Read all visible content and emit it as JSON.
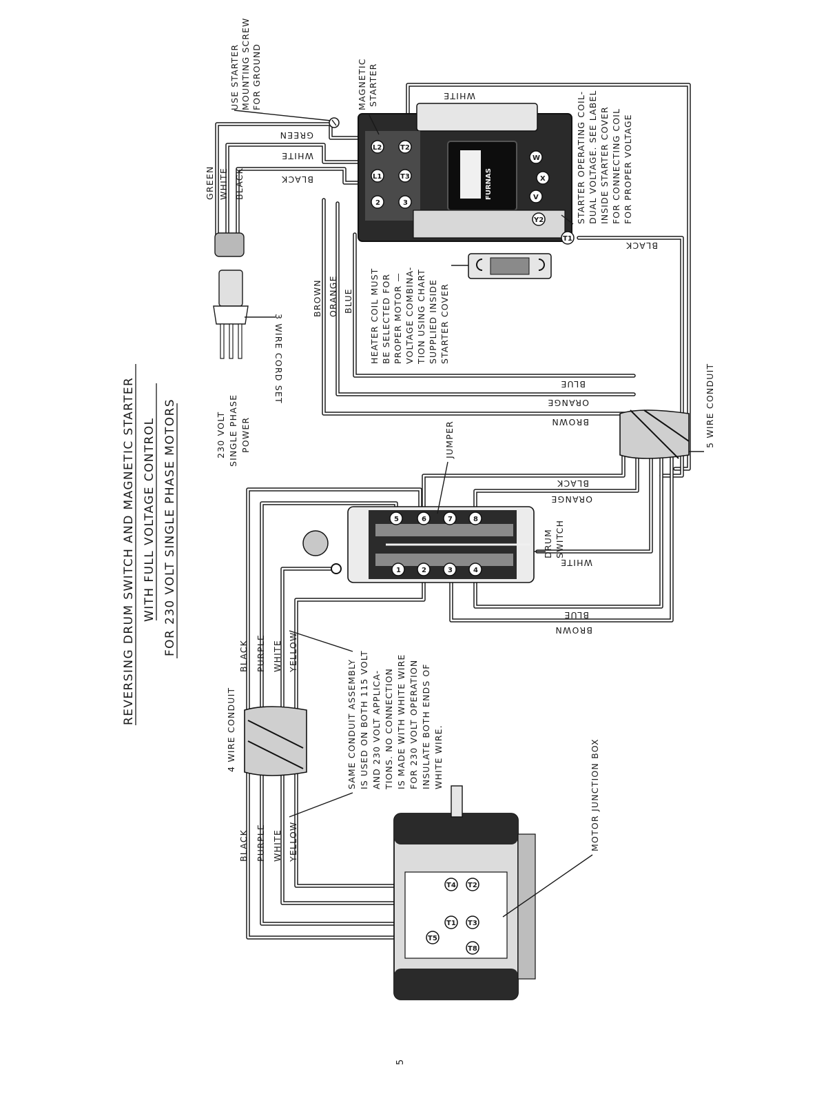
{
  "title": {
    "line1": "REVERSING DRUM SWITCH AND MAGNETIC STARTER",
    "line2": "WITH FULL VOLTAGE CONTROL",
    "line3": "FOR 230 VOLT SINGLE PHASE MOTORS"
  },
  "power": {
    "lines": [
      "230 VOLT",
      "SINGLE PHASE",
      "POWER"
    ]
  },
  "ground_note": {
    "lines": [
      "USE STARTER",
      "MOUNTING SCREW",
      "FOR GROUND"
    ]
  },
  "magnetic_starter": {
    "label_lines": [
      "MAGNETIC",
      "STARTER"
    ],
    "brand": "FURNAS",
    "terminals": [
      "L2",
      "L1",
      "2",
      "3",
      "T2",
      "T3",
      "T1",
      "W",
      "X",
      "V",
      "Y2"
    ]
  },
  "cord_set": {
    "label": "3 WIRE CORD SET",
    "wires": [
      "GREEN",
      "WHITE",
      "BLACK"
    ]
  },
  "starter_wires": {
    "top": [
      "WHITE",
      "GREEN",
      "WHITE",
      "BLACK"
    ],
    "right": "BLACK"
  },
  "heater_note": {
    "lines": [
      "HEATER COIL MUST",
      "BE SELECTED FOR",
      "PROPER MOTOR —",
      "VOLTAGE COMBINA-",
      "TION USING CHART",
      "SUPPLIED INSIDE",
      "STARTER COVER"
    ]
  },
  "coil_note": {
    "lines": [
      "STARTER OPERATING COIL-",
      "DUAL VOLTAGE. SEE LABEL",
      "INSIDE STARTER COVER",
      "FOR CONNECTING COIL",
      "FOR PROPER VOLTAGE"
    ]
  },
  "five_wire": {
    "label": "5 WIRE CONDUIT",
    "vertical_labels": [
      "BROWN",
      "ORANGE",
      "BLUE"
    ],
    "run_labels": [
      "BLUE",
      "ORANGE",
      "BROWN"
    ]
  },
  "drum_switch": {
    "label_lines": [
      "DRUM",
      "SWITCH"
    ],
    "jumper": "JUMPER",
    "terminals": [
      "5",
      "6",
      "7",
      "8",
      "1",
      "2",
      "3",
      "4"
    ],
    "top_wires": [
      "BLACK",
      "ORANGE"
    ],
    "white_wire": "WHITE",
    "bottom_wires": [
      "BLUE",
      "BROWN"
    ]
  },
  "four_wire": {
    "label": "4 WIRE CONDUIT",
    "wires_top": [
      "BLACK",
      "PURPLE",
      "WHITE",
      "YELLOW"
    ],
    "wires_bottom": [
      "BLACK",
      "PURPLE",
      "WHITE",
      "YELLOW"
    ]
  },
  "conduit_note": {
    "lines": [
      "SAME CONDUIT ASSEMBLY",
      "IS USED ON BOTH 115 VOLT",
      "AND 230 VOLT APPLICA-",
      "TIONS.  NO CONNECTION",
      "IS MADE WITH WHITE WIRE",
      "FOR 230 VOLT OPERATION",
      "INSULATE BOTH ENDS OF",
      "WHITE WIRE."
    ]
  },
  "motor": {
    "label": "MOTOR JUNCTION BOX",
    "terminals": [
      "T4",
      "T2",
      "T1",
      "T3",
      "T5",
      "T8"
    ]
  },
  "page_number": "5"
}
